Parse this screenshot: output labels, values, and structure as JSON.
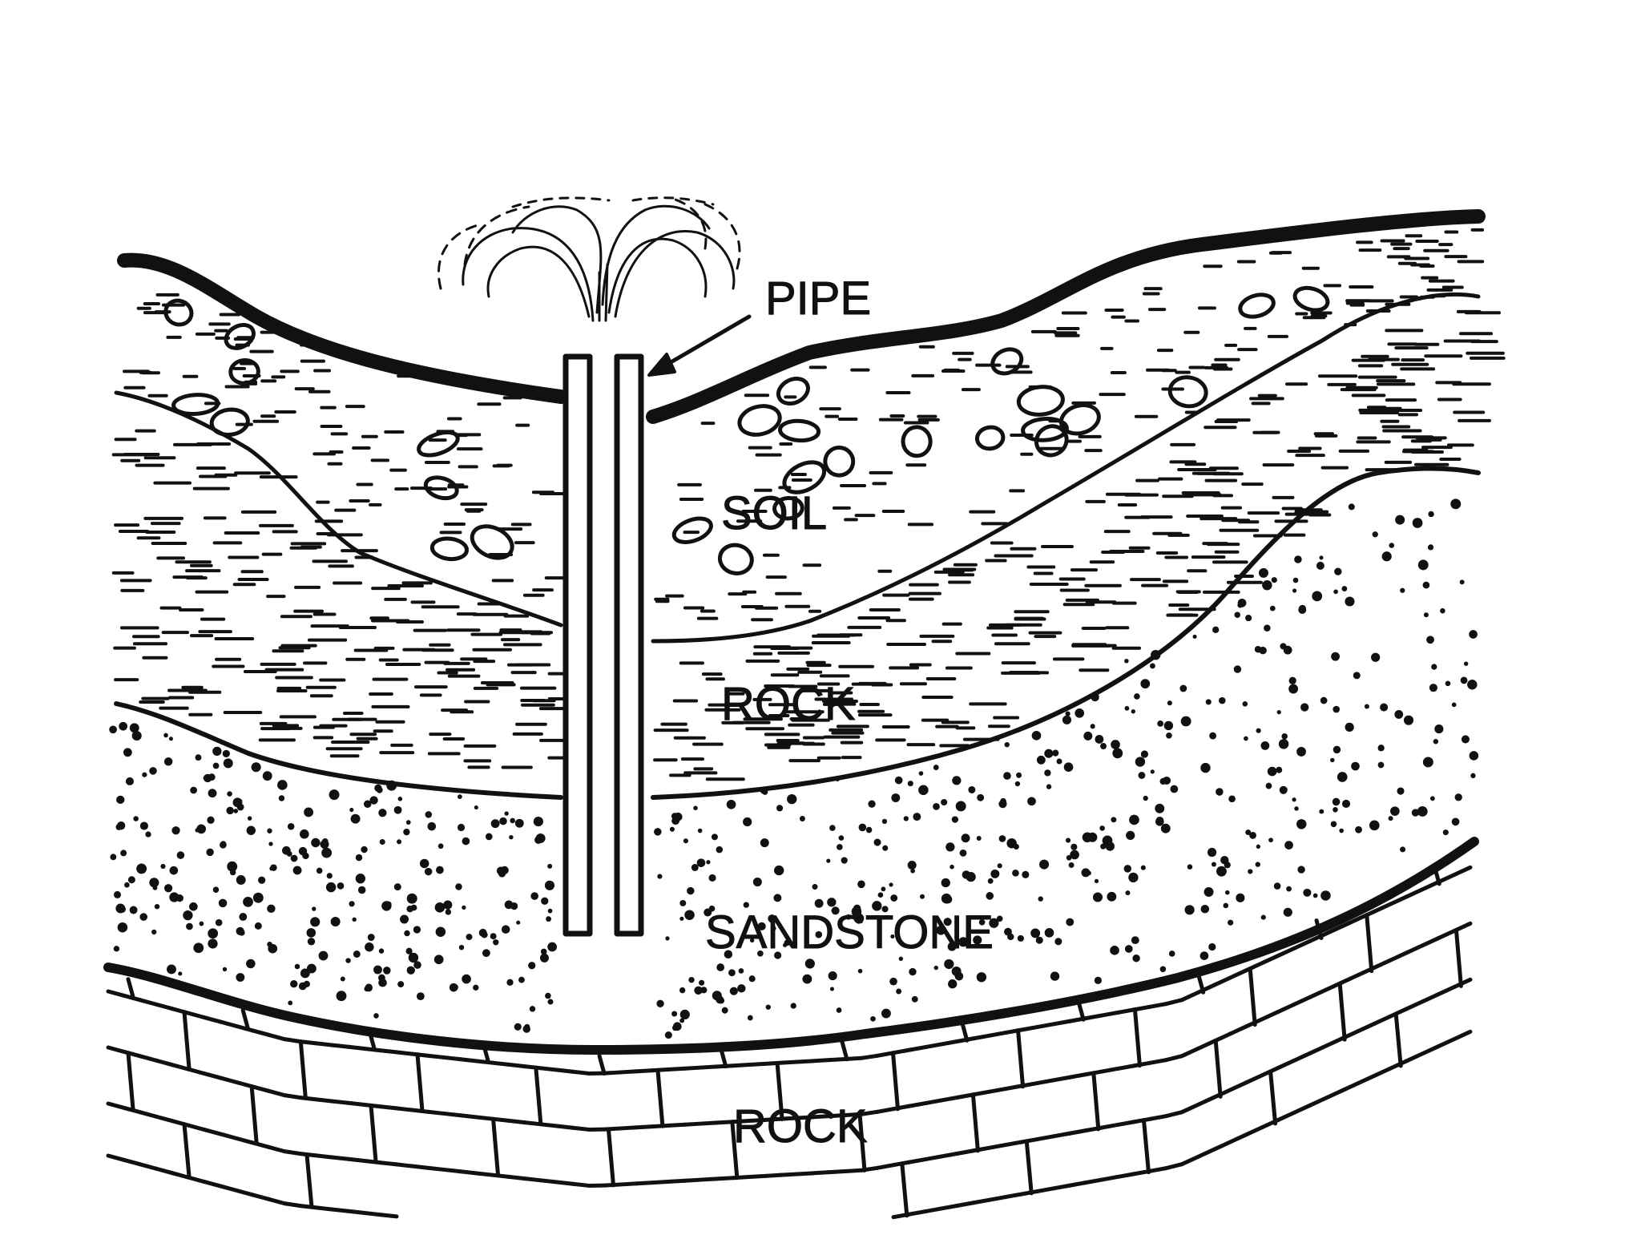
{
  "diagram": {
    "labels": {
      "pipe": "PIPE",
      "soil": "SOIL",
      "rock_upper": "ROCK",
      "sandstone": "SANDSTONE",
      "rock_lower": "ROCK"
    },
    "colors": {
      "ink": "#111111",
      "paper": "#ffffff"
    }
  }
}
